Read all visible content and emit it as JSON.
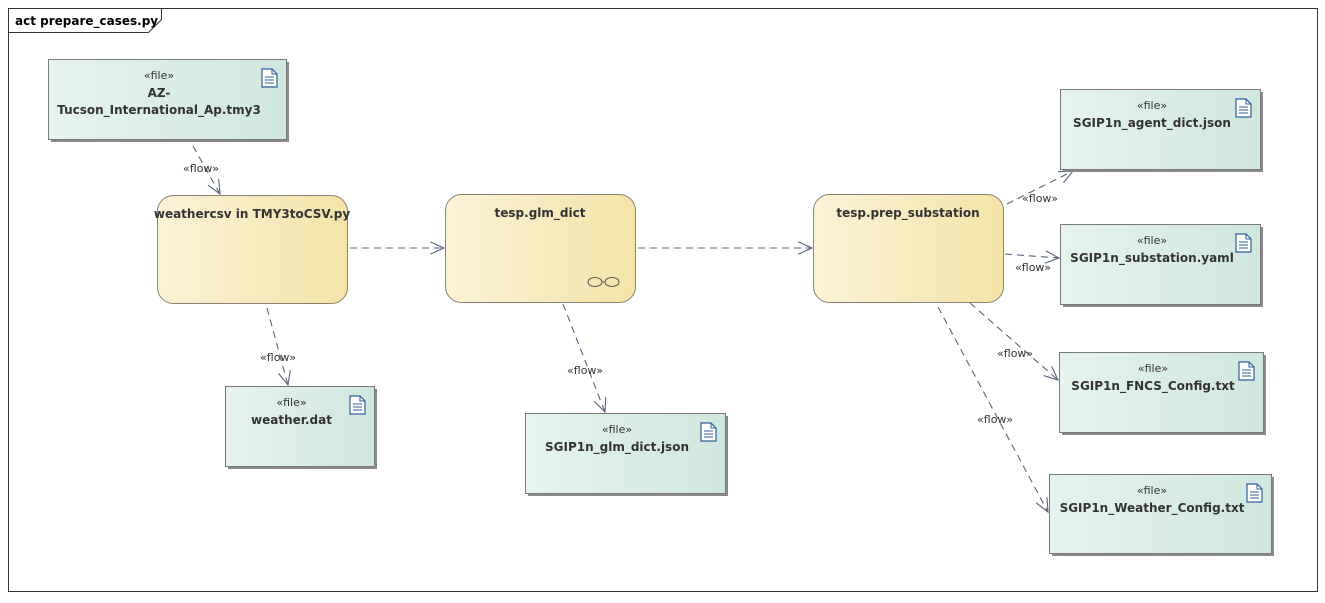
{
  "diagram": {
    "frame_title": "act prepare_cases.py",
    "flow_label": "«flow»",
    "file_stereotype": "«file»",
    "files": [
      {
        "id": "tmy3",
        "lines": [
          "AZ-",
          "Tucson_International_Ap.tmy3"
        ]
      },
      {
        "id": "weather_dat",
        "lines": [
          "weather.dat"
        ]
      },
      {
        "id": "glm_dict_json",
        "lines": [
          "SGIP1n_glm_dict.json"
        ]
      },
      {
        "id": "agent_dict",
        "lines": [
          "SGIP1n_agent_dict.json"
        ]
      },
      {
        "id": "substation_yaml",
        "lines": [
          "SGIP1n_substation.yaml"
        ]
      },
      {
        "id": "fncs_config",
        "lines": [
          "SGIP1n_FNCS_Config.txt"
        ]
      },
      {
        "id": "weather_config",
        "lines": [
          "SGIP1n_Weather_Config.txt"
        ]
      }
    ],
    "activities": [
      {
        "id": "weathercsv",
        "label": "weathercsv in TMY3toCSV.py"
      },
      {
        "id": "glm_dict",
        "label": "tesp.glm_dict"
      },
      {
        "id": "prep_substation",
        "label": "tesp.prep_substation"
      }
    ],
    "edges": [
      {
        "from": "tmy3",
        "to": "weathercsv",
        "flow_label": true
      },
      {
        "from": "weathercsv",
        "to": "glm_dict",
        "flow_label": false
      },
      {
        "from": "glm_dict",
        "to": "prep_substation",
        "flow_label": false
      },
      {
        "from": "weathercsv",
        "to": "weather_dat",
        "flow_label": true
      },
      {
        "from": "glm_dict",
        "to": "glm_dict_json",
        "flow_label": true
      },
      {
        "from": "prep_substation",
        "to": "agent_dict",
        "flow_label": true
      },
      {
        "from": "prep_substation",
        "to": "substation_yaml",
        "flow_label": true
      },
      {
        "from": "prep_substation",
        "to": "fncs_config",
        "flow_label": true
      },
      {
        "from": "prep_substation",
        "to": "weather_config",
        "flow_label": true
      }
    ]
  }
}
